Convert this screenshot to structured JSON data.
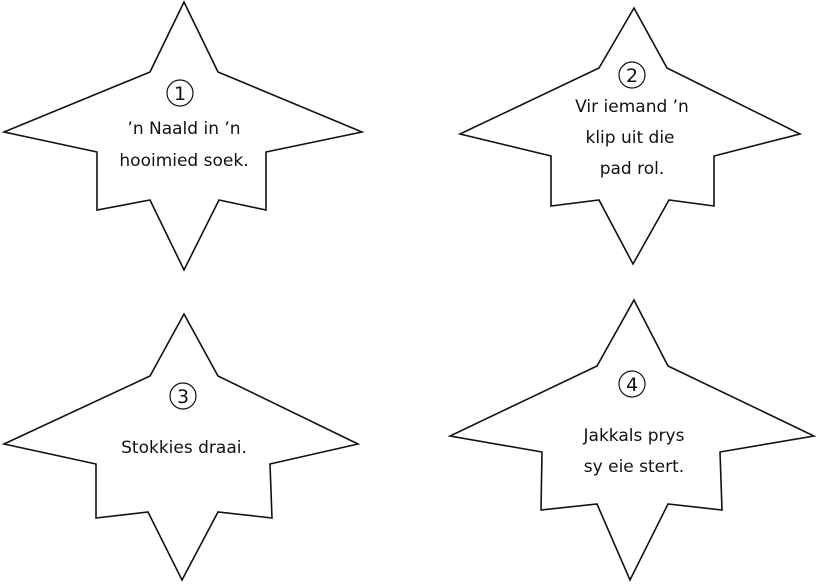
{
  "cards": [
    {
      "number": "1",
      "lines": [
        "’n Naald in ’n",
        "hooimied soek."
      ]
    },
    {
      "number": "2",
      "lines": [
        "Vir iemand ’n",
        "klip uit die",
        "pad rol."
      ]
    },
    {
      "number": "3",
      "lines": [
        "Stokkies draai."
      ]
    },
    {
      "number": "4",
      "lines": [
        "Jakkals prys",
        "sy eie stert."
      ]
    }
  ]
}
